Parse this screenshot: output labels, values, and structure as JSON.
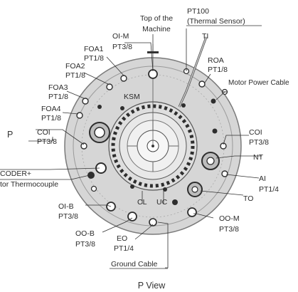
{
  "view_title": "P View",
  "labels": {
    "top_of_machine": [
      "Top of the",
      "Machine"
    ],
    "pt100": [
      "PT100",
      "(Thermal Sensor)"
    ],
    "ti": "TI",
    "oi_m": [
      "OI-M",
      "PT3/8"
    ],
    "foa1": [
      "FOA1",
      "PT1/8"
    ],
    "foa2": [
      "FOA2",
      "PT1/8"
    ],
    "foa3": [
      "FOA3",
      "PT1/8"
    ],
    "foa4": [
      "FOA4",
      "PT1/8"
    ],
    "roa": [
      "ROA",
      "PT1/8"
    ],
    "motor_power_cable": "Motor Power Cable",
    "ksm": "KSM",
    "coi_left": [
      "COI",
      "PT3/8"
    ],
    "coi_right": [
      "COI",
      "PT3/8"
    ],
    "p_marker": "P",
    "nt": "NT",
    "encoder": "CODER+",
    "motor_thermocouple": "tor Thermocouple",
    "ai": [
      "AI",
      "PT1/4"
    ],
    "to": "TO",
    "oi_b": [
      "OI-B",
      "PT3/8"
    ],
    "oo_b": [
      "OO-B",
      "PT3/8"
    ],
    "eo": [
      "EO",
      "PT1/4"
    ],
    "oo_m": [
      "OO-M",
      "PT3/8"
    ],
    "cl": "CL",
    "uc": "UC",
    "ground_cable": "Ground Cable"
  },
  "colors": {
    "outer_disc": "#d6d6d6",
    "outer_ring": "#8c8c8c",
    "inner_disc": "#dcdcdc",
    "hub": "#ececec",
    "dark_ports": "#2e2e2e",
    "ink": "#2b2b2b"
  }
}
